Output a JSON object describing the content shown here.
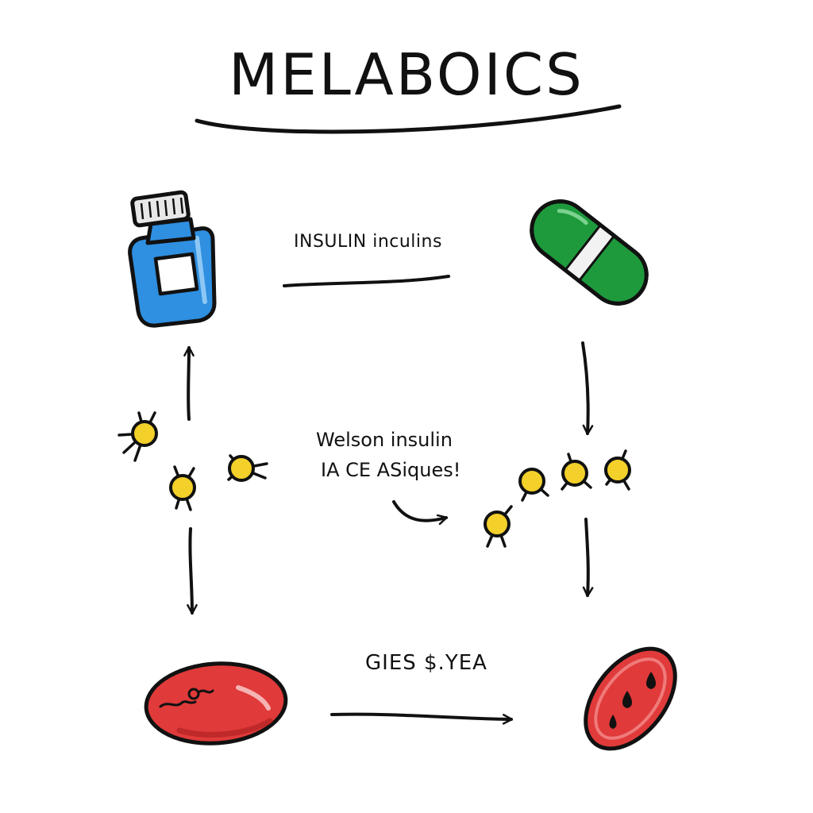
{
  "title": "MELABOICS",
  "labels": {
    "top": "INSULIN inculins",
    "middle_line1": "Welson insulin",
    "middle_line2": "IA CE ASiques!",
    "bottom": "GIES $.YEA"
  },
  "colors": {
    "bottle_blue": "#2f8fe0",
    "pill_green": "#1e9a3c",
    "cell_red": "#e03a3a",
    "molecule_yellow": "#f3d02a",
    "ink": "#111111"
  },
  "icons": [
    "medicine-bottle-icon",
    "capsule-pill-icon",
    "red-blood-cell-icon",
    "sliced-red-cell-icon",
    "molecule-icon"
  ]
}
